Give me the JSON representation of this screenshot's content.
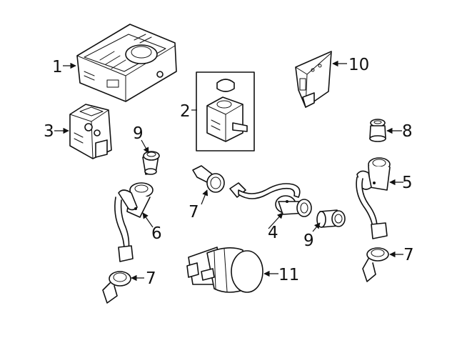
{
  "callouts": [
    {
      "id": "1",
      "label": "1"
    },
    {
      "id": "2",
      "label": "2"
    },
    {
      "id": "3",
      "label": "3"
    },
    {
      "id": "4",
      "label": "4"
    },
    {
      "id": "5",
      "label": "5"
    },
    {
      "id": "6",
      "label": "6"
    },
    {
      "id": "7a",
      "label": "7"
    },
    {
      "id": "7b",
      "label": "7"
    },
    {
      "id": "7c",
      "label": "7"
    },
    {
      "id": "8",
      "label": "8"
    },
    {
      "id": "9a",
      "label": "9"
    },
    {
      "id": "9b",
      "label": "9"
    },
    {
      "id": "10",
      "label": "10"
    },
    {
      "id": "11",
      "label": "11"
    }
  ]
}
